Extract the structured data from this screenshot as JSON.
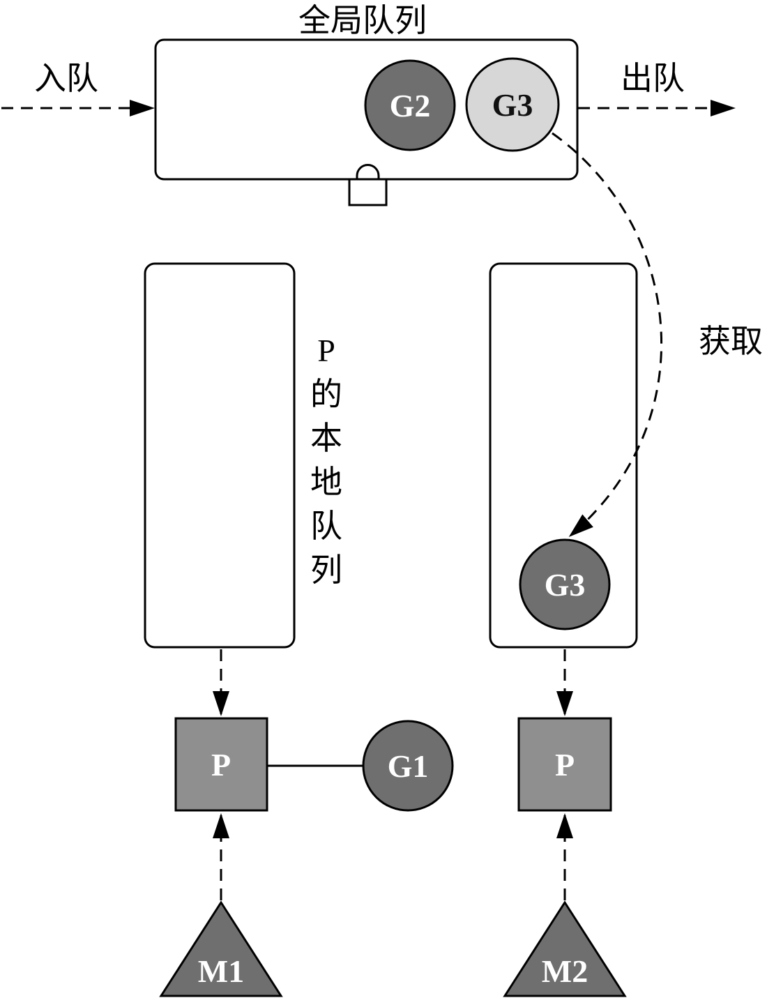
{
  "diagram": {
    "title": "全局队列",
    "labels": {
      "enqueue": "入队",
      "dequeue": "出队",
      "acquire": "获取"
    },
    "local_queue_label_chars": [
      "P",
      "的",
      "本",
      "地",
      "队",
      "列"
    ],
    "nodes": {
      "g2": "G2",
      "g3_global": "G3",
      "g3_local": "G3",
      "g1": "G1",
      "p_left": "P",
      "p_right": "P",
      "m1": "M1",
      "m2": "M2"
    },
    "colors": {
      "dark_node": "#6f6f6f",
      "light_node": "#d7d7d7",
      "processor_fill": "#8f8f8f",
      "machine_fill": "#6f6f6f",
      "stroke": "#000000",
      "background": "#ffffff"
    }
  }
}
